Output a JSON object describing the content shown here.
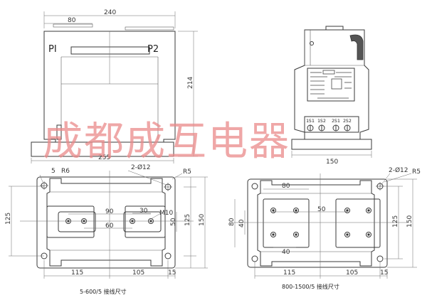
{
  "front_view": {
    "width_dim": "240",
    "top_dim": "80",
    "height_dim": "214",
    "base_dim": "255",
    "p1_label": "PI",
    "p2_label": "P2"
  },
  "side_view": {
    "width_dim": "150",
    "terminals": [
      "1S1",
      "1S2",
      "2S1",
      "2S2"
    ]
  },
  "bottom_left": {
    "holes_dim": "2-Ø12",
    "r5": "R5",
    "r6": "R6",
    "d5": "5",
    "d125": "125",
    "d150": "150",
    "d90": "90",
    "d60": "60",
    "d30": "30",
    "m10": "M10",
    "d50": "50",
    "d115": "115",
    "d105": "105",
    "d15": "15",
    "caption": "5-600/5 接线尺寸"
  },
  "bottom_right": {
    "holes_dim": "2-Ø12",
    "r5": "R5",
    "d80_top": "80",
    "d80_left": "80",
    "d40_left": "40",
    "d50": "50",
    "d40_bottom": "40",
    "d125": "125",
    "d150": "150",
    "d115": "115",
    "d105": "105",
    "d15": "15",
    "caption": "800-1500/5 接线尺寸"
  },
  "watermark": "成都成互电器"
}
